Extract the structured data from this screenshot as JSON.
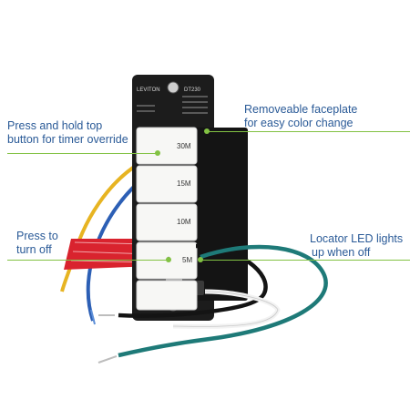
{
  "product": {
    "brand": "LEVITON",
    "model": "DT230",
    "buttons": [
      "30M",
      "15M",
      "10M",
      "5M",
      ""
    ]
  },
  "callouts": {
    "press_hold": {
      "line1": "Press and hold top",
      "line2": "button for timer override"
    },
    "faceplate": {
      "line1": "Removeable faceplate",
      "line2": "for easy color change"
    },
    "press_off": {
      "line1": "Press to",
      "line2": "turn off"
    },
    "locator": {
      "line1": "Locator LED lights",
      "line2": "up when off"
    }
  },
  "colors": {
    "callout_text": "#2a5a97",
    "leader_line": "#82c243",
    "switch_body": "#1c1c1c",
    "rocker": "#f7f7f5",
    "wire_yellow": "#e7b422",
    "wire_blue": "#2c5fb5",
    "wire_black": "#141414",
    "wire_white": "#f2f2f2",
    "wire_green": "#1e7a78",
    "warning_tag": "#d9232e"
  }
}
